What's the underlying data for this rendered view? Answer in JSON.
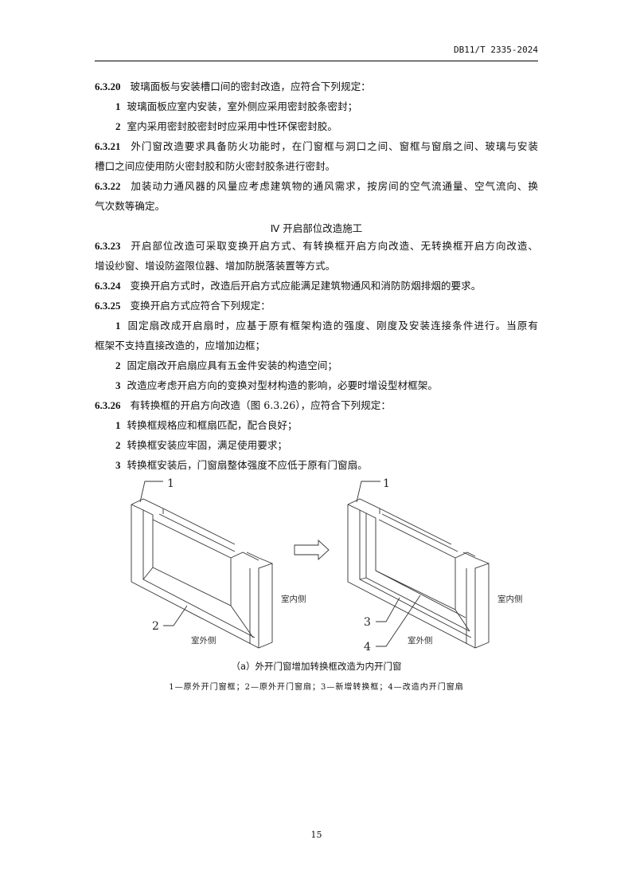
{
  "header": {
    "doc_code": "DB11/T 2335-2024"
  },
  "clauses": [
    {
      "num": "6.3.20",
      "text": "玻璃面板与安装槽口间的密封改造，应符合下列规定："
    },
    {
      "num": "1",
      "text": "玻璃面板应室内安装，室外侧应采用密封胶条密封；"
    },
    {
      "num": "2",
      "text": "室内采用密封胶密封时应采用中性环保密封胶。"
    },
    {
      "num": "6.3.21",
      "text": "外门窗改造要求具备防火功能时，在门窗框与洞口之间、窗框与窗扇之间、玻璃与安装",
      "cont": "槽口之间应使用防火密封胶和防火密封胶条进行密封。"
    },
    {
      "num": "6.3.22",
      "text": "加装动力通风器的风量应考虑建筑物的通风需求，按房间的空气流通量、空气流向、换",
      "cont": "气次数等确定。"
    },
    {
      "num": "6.3.23",
      "text": "开启部位改造可采取变换开启方式、有转换框开启方向改造、无转换框开启方向改造、",
      "cont": "增设纱窗、增设防盗限位器、增加防脱落装置等方式。"
    },
    {
      "num": "6.3.24",
      "text": "变换开启方式时，改造后开启方式应能满足建筑物通风和消防防烟排烟的要求。"
    },
    {
      "num": "6.3.25",
      "text": "变换开启方式应符合下列规定："
    },
    {
      "num": "1",
      "text": "固定扇改成开启扇时，应基于原有框架构造的强度、刚度及安装连接条件进行。当原有",
      "cont": "框架不支持直接改造的，应增加边框；"
    },
    {
      "num": "2",
      "text": "固定扇改开启扇应具有五金件安装的构造空间；"
    },
    {
      "num": "3",
      "text": "改造应考虑开启方向的变换对型材构造的影响，必要时增设型材框架。"
    },
    {
      "num": "6.3.26",
      "text": "有转换框的开启方向改造（图 6.3.26），应符合下列规定："
    },
    {
      "num": "1",
      "text": "转换框规格应和框扇匹配，配合良好；"
    },
    {
      "num": "2",
      "text": "转换框安装应牢固，满足使用要求；"
    },
    {
      "num": "3",
      "text": "转换框安装后，门窗扇整体强度不应低于原有门窗扇。"
    }
  ],
  "section_heading": "Ⅳ  开启部位改造施工",
  "figure": {
    "labels": {
      "l1": "1",
      "l2": "2",
      "r1": "1",
      "r3": "3",
      "r4": "4",
      "indoor": "室内侧",
      "outdoor": "室外侧"
    },
    "caption": "（a）外开门窗增加转换框改造为内开门窗",
    "legend": "1—原外开门窗框；2—原外开门窗扇；3—新增转换框；4—改造内开门窗扇"
  },
  "page_number": "15"
}
